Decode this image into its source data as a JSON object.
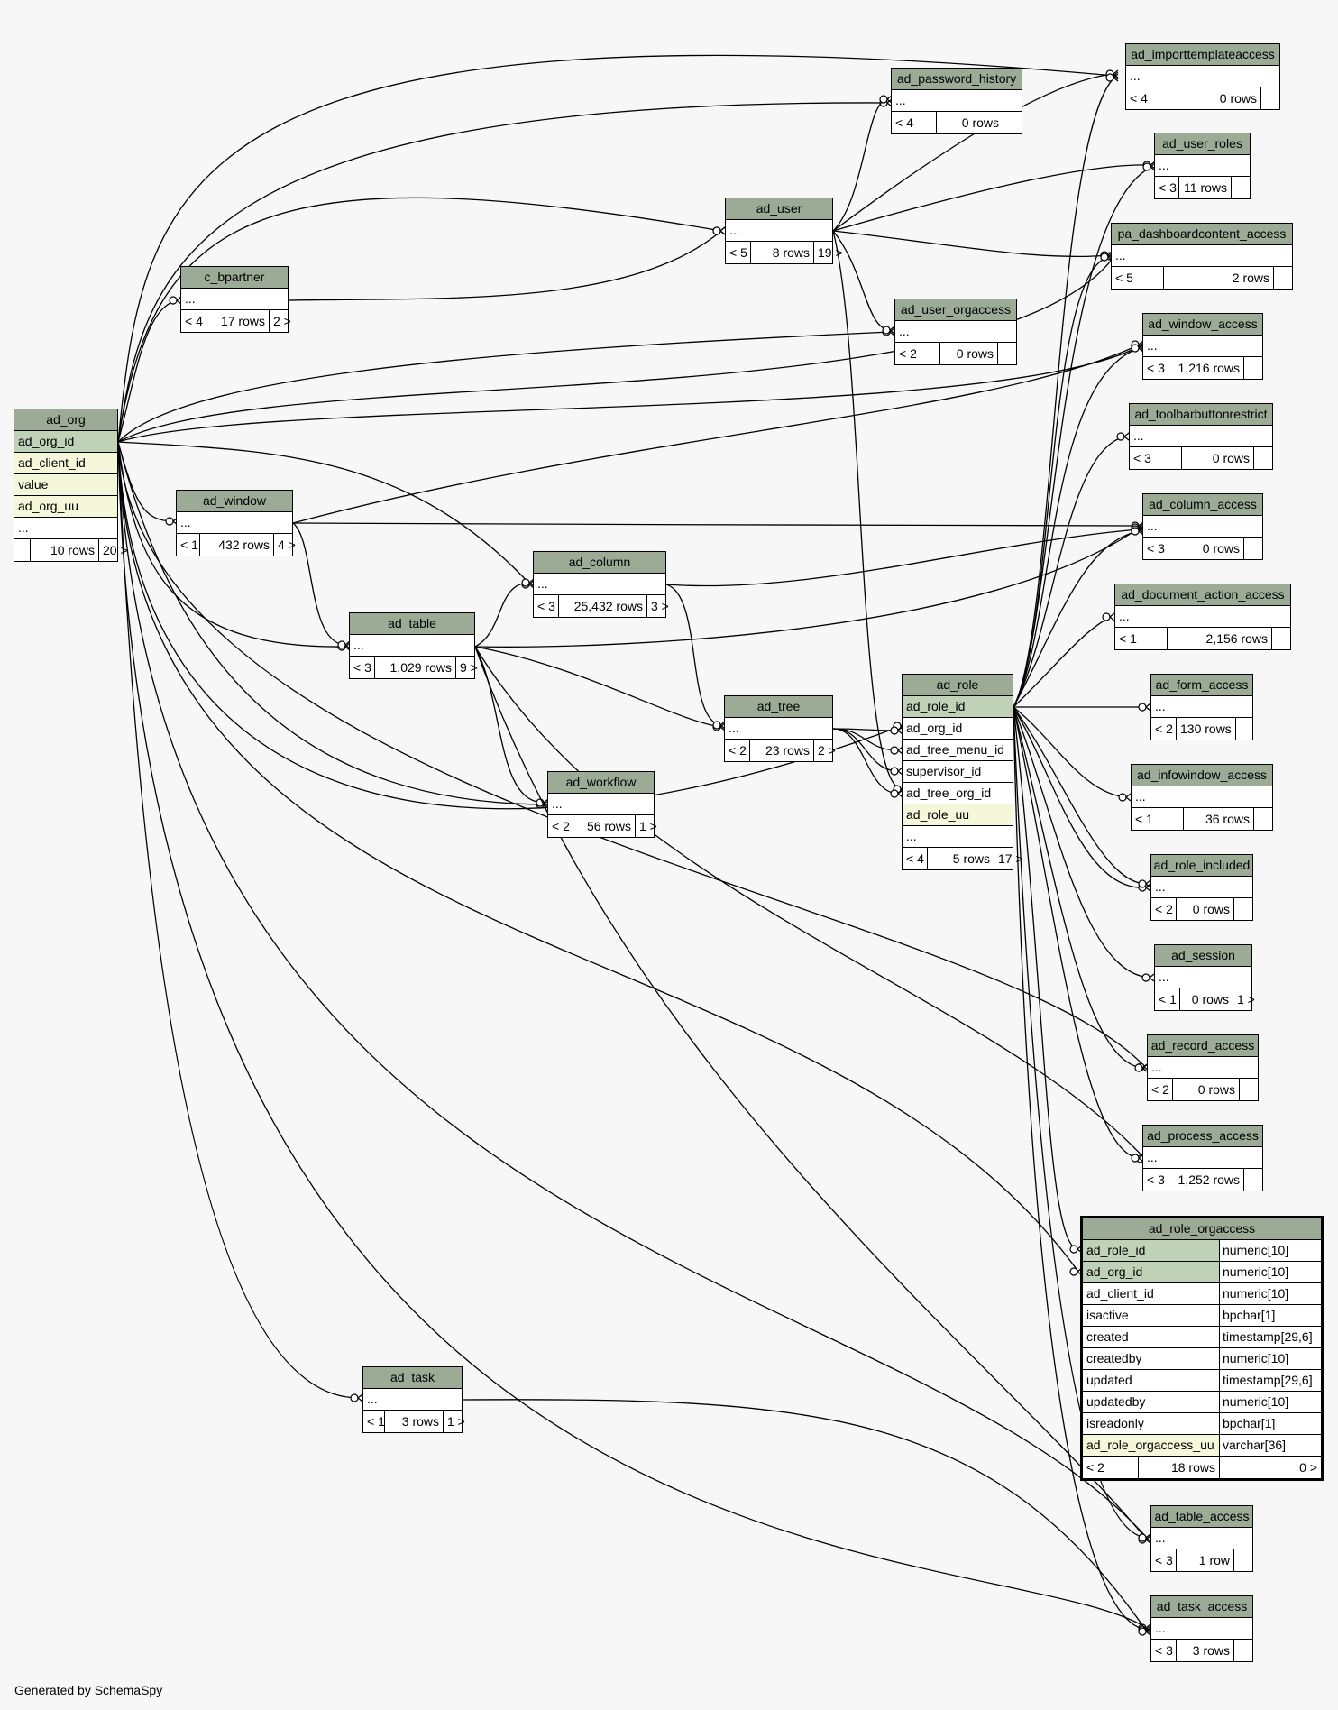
{
  "footer": "Generated by SchemaSpy",
  "tables": {
    "ad_importtemplateaccess": {
      "name": "ad_importtemplateaccess",
      "rows": [
        "..."
      ],
      "foot": [
        "< 4",
        "0 rows",
        ""
      ]
    },
    "ad_password_history": {
      "name": "ad_password_history",
      "rows": [
        "..."
      ],
      "foot": [
        "< 4",
        "0 rows",
        ""
      ]
    },
    "ad_user_roles": {
      "name": "ad_user_roles",
      "rows": [
        "..."
      ],
      "foot": [
        "< 3",
        "11 rows",
        ""
      ]
    },
    "ad_user": {
      "name": "ad_user",
      "rows": [
        "..."
      ],
      "foot": [
        "< 5",
        "8 rows",
        "19 >"
      ]
    },
    "pa_dashboardcontent_access": {
      "name": "pa_dashboardcontent_access",
      "rows": [
        "..."
      ],
      "foot": [
        "< 5",
        "2 rows",
        ""
      ]
    },
    "c_bpartner": {
      "name": "c_bpartner",
      "rows": [
        "..."
      ],
      "foot": [
        "< 4",
        "17 rows",
        "2 >"
      ]
    },
    "ad_user_orgaccess": {
      "name": "ad_user_orgaccess",
      "rows": [
        "..."
      ],
      "foot": [
        "< 2",
        "0 rows",
        ""
      ]
    },
    "ad_window_access": {
      "name": "ad_window_access",
      "rows": [
        "..."
      ],
      "foot": [
        "< 3",
        "1,216 rows",
        ""
      ]
    },
    "ad_org": {
      "name": "ad_org",
      "rows": [
        "ad_org_id",
        "ad_client_id",
        "value",
        "ad_org_uu",
        "..."
      ],
      "foot": [
        "",
        "10 rows",
        "20 >"
      ]
    },
    "ad_toolbarbuttonrestrict": {
      "name": "ad_toolbarbuttonrestrict",
      "rows": [
        "..."
      ],
      "foot": [
        "< 3",
        "0 rows",
        ""
      ]
    },
    "ad_window": {
      "name": "ad_window",
      "rows": [
        "..."
      ],
      "foot": [
        "< 1",
        "432 rows",
        "4 >"
      ]
    },
    "ad_column_access": {
      "name": "ad_column_access",
      "rows": [
        "..."
      ],
      "foot": [
        "< 3",
        "0 rows",
        ""
      ]
    },
    "ad_column": {
      "name": "ad_column",
      "rows": [
        "..."
      ],
      "foot": [
        "< 3",
        "25,432 rows",
        "3 >"
      ]
    },
    "ad_document_action_access": {
      "name": "ad_document_action_access",
      "rows": [
        "..."
      ],
      "foot": [
        "< 1",
        "2,156 rows",
        ""
      ]
    },
    "ad_table": {
      "name": "ad_table",
      "rows": [
        "..."
      ],
      "foot": [
        "< 3",
        "1,029 rows",
        "9 >"
      ]
    },
    "ad_role": {
      "name": "ad_role",
      "rows": [
        "ad_role_id",
        "ad_org_id",
        "ad_tree_menu_id",
        "supervisor_id",
        "ad_tree_org_id",
        "ad_role_uu",
        "..."
      ],
      "foot": [
        "< 4",
        "5 rows",
        "17 >"
      ]
    },
    "ad_form_access": {
      "name": "ad_form_access",
      "rows": [
        "..."
      ],
      "foot": [
        "< 2",
        "130 rows",
        ""
      ]
    },
    "ad_tree": {
      "name": "ad_tree",
      "rows": [
        "..."
      ],
      "foot": [
        "< 2",
        "23 rows",
        "2 >"
      ]
    },
    "ad_infowindow_access": {
      "name": "ad_infowindow_access",
      "rows": [
        "..."
      ],
      "foot": [
        "< 1",
        "36 rows",
        ""
      ]
    },
    "ad_workflow": {
      "name": "ad_workflow",
      "rows": [
        "..."
      ],
      "foot": [
        "< 2",
        "56 rows",
        "1 >"
      ]
    },
    "ad_role_included": {
      "name": "ad_role_included",
      "rows": [
        "..."
      ],
      "foot": [
        "< 2",
        "0 rows",
        ""
      ]
    },
    "ad_session": {
      "name": "ad_session",
      "rows": [
        "..."
      ],
      "foot": [
        "< 1",
        "0 rows",
        "1 >"
      ]
    },
    "ad_record_access": {
      "name": "ad_record_access",
      "rows": [
        "..."
      ],
      "foot": [
        "< 2",
        "0 rows",
        ""
      ]
    },
    "ad_process_access": {
      "name": "ad_process_access",
      "rows": [
        "..."
      ],
      "foot": [
        "< 3",
        "1,252 rows",
        ""
      ]
    },
    "ad_task": {
      "name": "ad_task",
      "rows": [
        "..."
      ],
      "foot": [
        "< 1",
        "3 rows",
        "1 >"
      ]
    },
    "ad_table_access": {
      "name": "ad_table_access",
      "rows": [
        "..."
      ],
      "foot": [
        "< 3",
        "1 row",
        ""
      ]
    },
    "ad_task_access": {
      "name": "ad_task_access",
      "rows": [
        "..."
      ],
      "foot": [
        "< 3",
        "3 rows",
        ""
      ]
    }
  },
  "ad_role_orgaccess": {
    "name": "ad_role_orgaccess",
    "columns": [
      {
        "name": "ad_role_id",
        "type": "numeric[10]"
      },
      {
        "name": "ad_org_id",
        "type": "numeric[10]"
      },
      {
        "name": "ad_client_id",
        "type": "numeric[10]"
      },
      {
        "name": "isactive",
        "type": "bpchar[1]"
      },
      {
        "name": "created",
        "type": "timestamp[29,6]"
      },
      {
        "name": "createdby",
        "type": "numeric[10]"
      },
      {
        "name": "updated",
        "type": "timestamp[29,6]"
      },
      {
        "name": "updatedby",
        "type": "numeric[10]"
      },
      {
        "name": "isreadonly",
        "type": "bpchar[1]"
      },
      {
        "name": "ad_role_orgaccess_uu",
        "type": "varchar[36]"
      }
    ],
    "foot": [
      "< 2",
      "18 rows",
      "0 >"
    ]
  },
  "colors": {
    "header": "#9bab96",
    "primary_key": "#bfd1b7",
    "indexed": "#f4f7da",
    "background": "#f7f7f7"
  }
}
